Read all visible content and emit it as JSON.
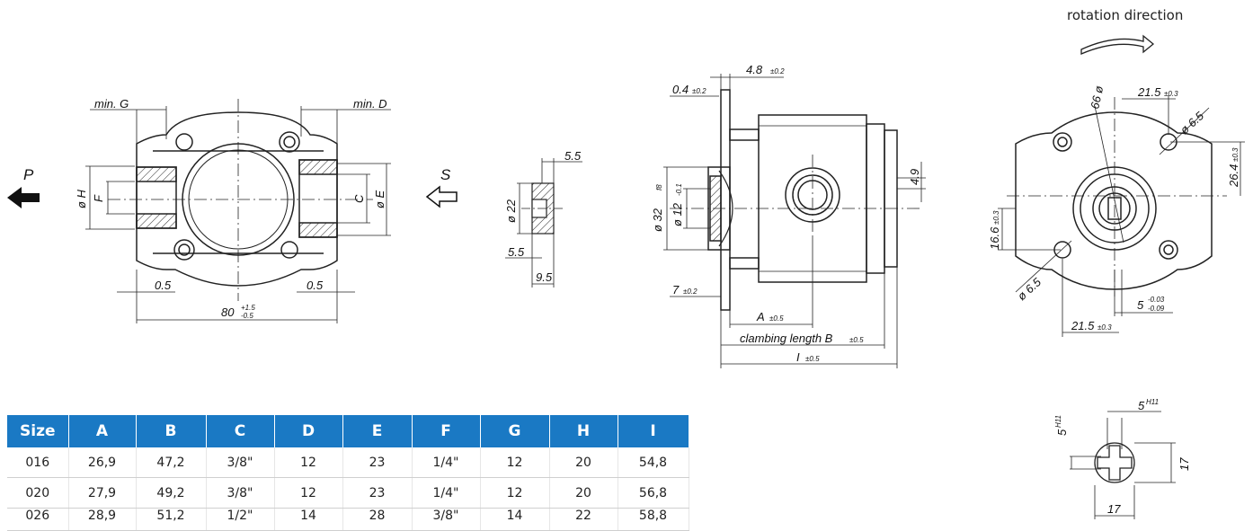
{
  "caption": "rotation direction",
  "labels": {
    "p": "P",
    "s": "S",
    "min_g": "min. G",
    "min_d": "min. D",
    "h": "ø H",
    "f": "F",
    "c": "C",
    "e": "ø E",
    "half_left": "0.5",
    "half_right": "0.5",
    "width80": "80",
    "width80_tol_upper": "+1.5",
    "width80_tol_lower": "-0.5",
    "d55_top": "5.5",
    "d22": "ø 22",
    "d55_bottom": "5.5",
    "d95": "9.5",
    "d48": "4.8",
    "d48_tol": "±0.2",
    "d04": "0.4",
    "d04_tol": "±0.2",
    "d32": "ø 32",
    "d32_tol": "f8",
    "d12": "ø 12",
    "d12_tol": "-0.1",
    "d49": "4.9",
    "d7": "7",
    "d7_tol": "±0.2",
    "a": "A",
    "a_tol": "±0.5",
    "clamp": "clambing length B",
    "clamp_tol": "±0.5",
    "i": "I",
    "i_tol": "±0.5",
    "d66": "66 ø",
    "d215_top": "21.5",
    "d215_top_tol": "±0.3",
    "d65_top": "ø 6.5",
    "d264": "26.4",
    "d264_tol": "±0.3",
    "d166": "16.6",
    "d166_tol": "±0.3",
    "d65_bottom": "ø 6.5",
    "d5": "5",
    "d5_tol_upper": "-0.03",
    "d5_tol_lower": "-0.09",
    "d215_bottom": "21.5",
    "d215_bottom_tol": "±0.3",
    "key_5h11_top": "5",
    "key_5h11_top_tol": "H11",
    "key_5h11_left": "5",
    "key_5h11_left_tol": "H11",
    "key_17_right": "17",
    "key_17_bottom": "17"
  },
  "table": {
    "headers": [
      "Size",
      "A",
      "B",
      "C",
      "D",
      "E",
      "F",
      "G",
      "H",
      "I"
    ],
    "rows": [
      [
        "016",
        "26,9",
        "47,2",
        "3/8\"",
        "12",
        "23",
        "1/4\"",
        "12",
        "20",
        "54,8"
      ],
      [
        "020",
        "27,9",
        "49,2",
        "3/8\"",
        "12",
        "23",
        "1/4\"",
        "12",
        "20",
        "56,8"
      ],
      [
        "026",
        "28,9",
        "51,2",
        "1/2\"",
        "14",
        "28",
        "3/8\"",
        "14",
        "22",
        "58,8"
      ]
    ]
  },
  "colors": {
    "header_bg": "#1a79c4",
    "header_text": "#ffffff"
  }
}
